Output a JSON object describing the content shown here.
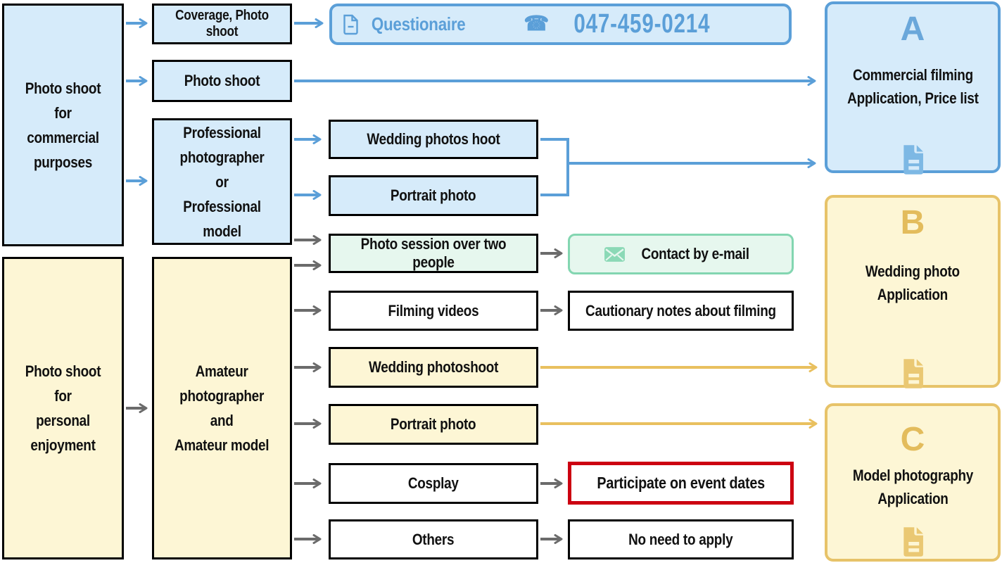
{
  "colors": {
    "blue_fill": "#d6ebfa",
    "blue_accent": "#5b9fd8",
    "yellow_fill": "#fdf6d5",
    "gold_accent": "#e7c369",
    "green_fill": "#e6f7ee",
    "green_accent": "#83d6b1",
    "gray_arrow": "#6b6b6b",
    "red_accent": "#cc0011",
    "text": "#111111"
  },
  "icons": {
    "questionnaire_icon": "document-icon",
    "phone_icon": "phone-icon",
    "email_icon": "envelope-icon",
    "output_icon": "document-icon"
  },
  "col1": {
    "commercial": "Photo shoot\nfor\ncommercial\npurposes",
    "personal": "Photo shoot\nfor\npersonal\nenjoyment"
  },
  "col2": {
    "coverage": "Coverage, Photo shoot",
    "photo_shoot": "Photo shoot",
    "professional": "Professional\nphotographer\nor\nProfessional model",
    "amateur": "Amateur\nphotographer\nand\nAmateur model"
  },
  "questionnaire": {
    "label": "Questionaire",
    "phone_icon_glyph": "☎",
    "phone": "047-459-0214"
  },
  "col3": {
    "wedding_pro": "Wedding photos hoot",
    "portrait_pro": "Portrait photo",
    "photo_session": "Photo session over two people",
    "filming": "Filming videos",
    "wedding_amateur": "Wedding photoshoot",
    "portrait_amateur": "Portrait photo",
    "cosplay": "Cosplay",
    "others": "Others"
  },
  "col4": {
    "contact": "Contact by e-mail",
    "cautionary": "Cautionary notes about filming",
    "participate": "Participate on event dates",
    "no_need": "No need to apply"
  },
  "outputs": {
    "a": {
      "letter": "A",
      "label": "Commercial filming\nApplication, Price list"
    },
    "b": {
      "letter": "B",
      "label": "Wedding photo\nApplication"
    },
    "c": {
      "letter": "C",
      "label": "Model photography\nApplication"
    }
  }
}
